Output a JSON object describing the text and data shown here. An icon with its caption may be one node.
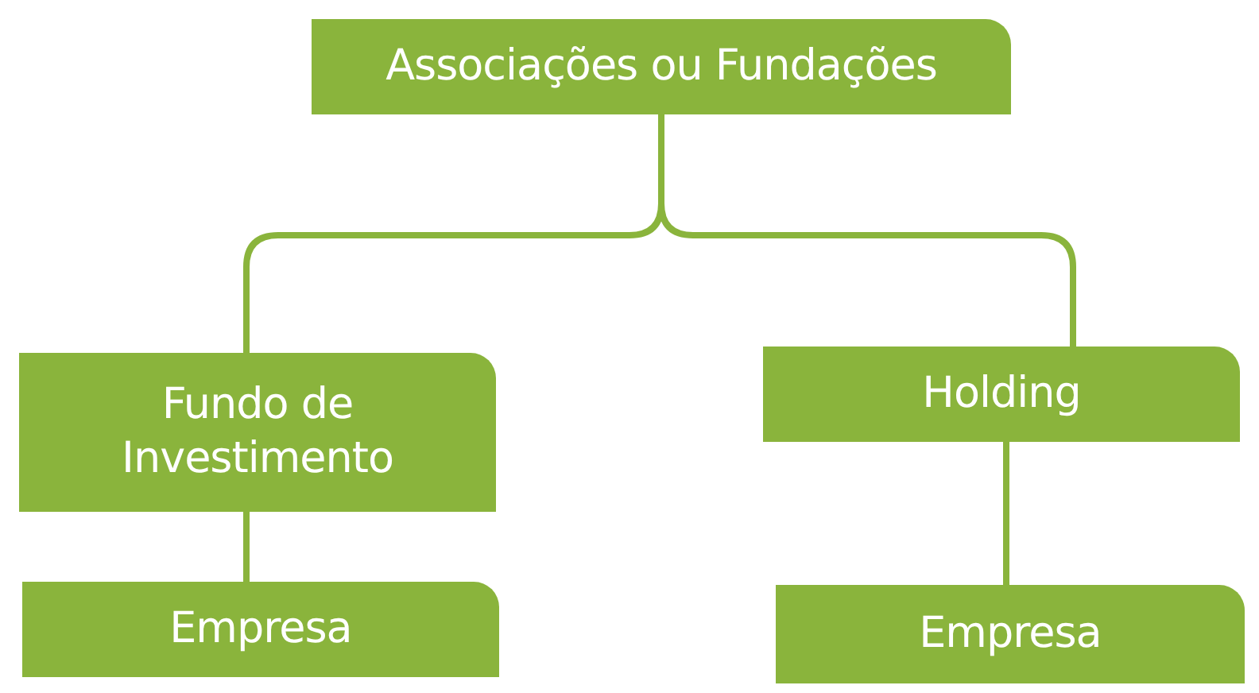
{
  "diagram": {
    "nodes": [
      {
        "text": [
          "Associações ou Fundações"
        ]
      },
      {
        "text": [
          "Fundo de Investimento"
        ]
      },
      {
        "text": [
          "Holding"
        ]
      },
      {
        "text": [
          "Empresa"
        ]
      },
      {
        "text": [
          "Empresa"
        ]
      }
    ],
    "edges": [
      {
        "from": 0,
        "to": 1,
        "arrow": "none"
      },
      {
        "from": 0,
        "to": 2,
        "arrow": "none"
      },
      {
        "from": 1,
        "to": 3,
        "arrow": "none"
      },
      {
        "from": 2,
        "to": 4,
        "arrow": "none"
      }
    ]
  }
}
